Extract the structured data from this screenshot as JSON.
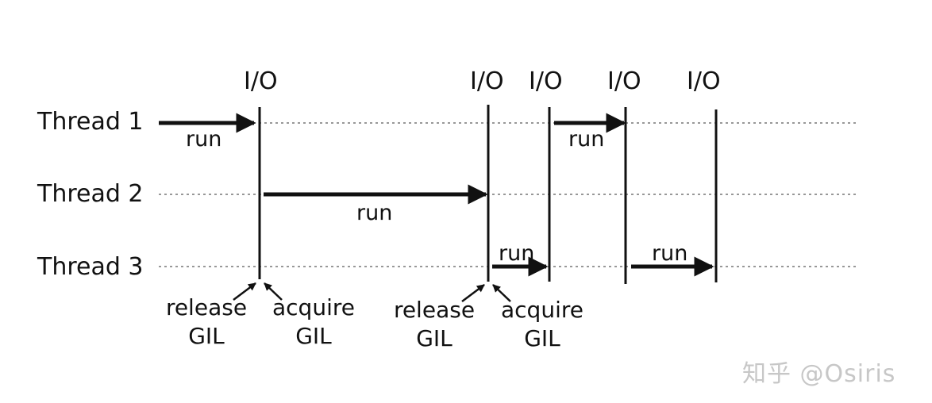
{
  "threads": [
    {
      "label": "Thread 1"
    },
    {
      "label": "Thread 2"
    },
    {
      "label": "Thread 3"
    }
  ],
  "io_label": "I/O",
  "run_label": "run",
  "release": {
    "line1": "release",
    "line2": "GIL"
  },
  "acquire": {
    "line1": "acquire",
    "line2": "GIL"
  },
  "watermark": "知乎 @Osiris"
}
